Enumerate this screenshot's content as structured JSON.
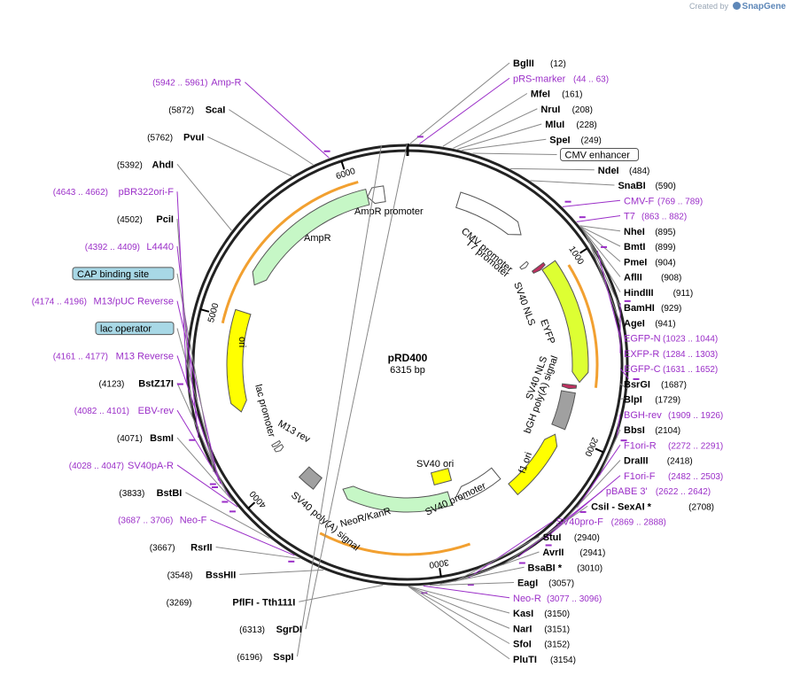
{
  "brand": {
    "created_by": "Created by",
    "name": "SnapGene"
  },
  "plasmid": {
    "name": "pRD400",
    "length_label": "6315 bp",
    "length": 6315
  },
  "colors": {
    "primer": "#9b2fc8",
    "backbone": "#222222",
    "ampr": "#c6f7c6",
    "ori": "#ffff00",
    "eyfp": "#ddff33",
    "orange": "#f2a030",
    "gray": "#a0a0a0",
    "boxed_bg": "#a8d8e6"
  },
  "ticks": [
    {
      "pos": 1000,
      "label": "1000"
    },
    {
      "pos": 2000,
      "label": "2000"
    },
    {
      "pos": 3000,
      "label": "3000"
    },
    {
      "pos": 4000,
      "label": "4000"
    },
    {
      "pos": 5000,
      "label": "5000"
    },
    {
      "pos": 6000,
      "label": "6000"
    }
  ],
  "features": [
    {
      "name": "CMV promoter",
      "start": 300,
      "end": 720,
      "color": "#ffffff",
      "strand": 1
    },
    {
      "name": "T7 promoter",
      "start": 860,
      "end": 885,
      "color": "#ffffff",
      "strand": 1
    },
    {
      "name": "SV40 NLS",
      "start": 930,
      "end": 955,
      "color": "#c03060",
      "strand": 1
    },
    {
      "name": "EYFP",
      "start": 960,
      "end": 1680,
      "color": "#ddff33",
      "strand": 1
    },
    {
      "name": "SV40 NLS",
      "start": 1700,
      "end": 1725,
      "color": "#c03060",
      "strand": 1
    },
    {
      "name": "bGH poly(A) signal",
      "start": 1745,
      "end": 1970,
      "color": "#a0a0a0",
      "strand": 0
    },
    {
      "name": "f1 ori",
      "start": 2020,
      "end": 2450,
      "color": "#ffff00",
      "strand": -1
    },
    {
      "name": "SV40 promoter",
      "start": 2470,
      "end": 2800,
      "color": "#ffffff",
      "strand": 1
    },
    {
      "name": "NeoR/KanR",
      "start": 2850,
      "end": 3640,
      "color": "#c6f7c6",
      "strand": 1
    },
    {
      "name": "SV40 poly(A) signal",
      "start": 3810,
      "end": 3930,
      "color": "#a0a0a0",
      "strand": 0
    },
    {
      "name": "lac promoter",
      "start": 4140,
      "end": 4170,
      "color": "#ffffff",
      "strand": -1
    },
    {
      "name": "M13 rev",
      "start": 4180,
      "end": 4200,
      "color": "#ffffff",
      "strand": -1
    },
    {
      "name": "ori",
      "start": 4460,
      "end": 5050,
      "color": "#ffff00",
      "strand": -1
    },
    {
      "name": "AmpR",
      "start": 5220,
      "end": 6080,
      "color": "#c6f7c6",
      "strand": -1
    },
    {
      "name": "AmpR promoter",
      "start": 6080,
      "end": 6180,
      "color": "#ffffff",
      "strand": -1
    }
  ],
  "inner_labels": [
    {
      "text": "AmpR promoter"
    },
    {
      "text": "AmpR"
    },
    {
      "text": "ori"
    },
    {
      "text": "CMV promoter"
    },
    {
      "text": "T7 promoter"
    },
    {
      "text": "SV40 NLS"
    },
    {
      "text": "EYFP"
    },
    {
      "text": "SV40 NLS"
    },
    {
      "text": "bGH poly(A) signal"
    },
    {
      "text": "f1 ori"
    },
    {
      "text": "SV40 ori"
    },
    {
      "text": "SV40 promoter"
    },
    {
      "text": "NeoR/KanR"
    },
    {
      "text": "SV40 poly(A) signal"
    },
    {
      "text": "M13 rev"
    },
    {
      "text": "lac promoter"
    }
  ],
  "sites": [
    {
      "name": "SgrDI",
      "pos": "(6313)",
      "bp": 6313,
      "primer": false
    },
    {
      "name": "SspI",
      "pos": "(6196)",
      "bp": 6196,
      "primer": false
    },
    {
      "name": "BglII",
      "pos": "(12)",
      "bp": 12,
      "primer": false
    },
    {
      "name": "pRS-marker",
      "pos": "(44 .. 63)",
      "bp": 54,
      "primer": true
    },
    {
      "name": "MfeI",
      "pos": "(161)",
      "bp": 161,
      "primer": false
    },
    {
      "name": "NruI",
      "pos": "(208)",
      "bp": 208,
      "primer": false
    },
    {
      "name": "MluI",
      "pos": "(228)",
      "bp": 228,
      "primer": false
    },
    {
      "name": "SpeI",
      "pos": "(249)",
      "bp": 249,
      "primer": false
    },
    {
      "name": "CMV enhancer",
      "pos": "",
      "bp": 300,
      "primer": false,
      "boxed": true
    },
    {
      "name": "NdeI",
      "pos": "(484)",
      "bp": 484,
      "primer": false
    },
    {
      "name": "SnaBI",
      "pos": "(590)",
      "bp": 590,
      "primer": false
    },
    {
      "name": "CMV-F",
      "pos": "(769 .. 789)",
      "bp": 779,
      "primer": true
    },
    {
      "name": "T7",
      "pos": "(863 .. 882)",
      "bp": 872,
      "primer": true
    },
    {
      "name": "NheI",
      "pos": "(895)",
      "bp": 895,
      "primer": false
    },
    {
      "name": "BmtI",
      "pos": "(899)",
      "bp": 899,
      "primer": false
    },
    {
      "name": "PmeI",
      "pos": "(904)",
      "bp": 904,
      "primer": false
    },
    {
      "name": "AflII",
      "pos": "(908)",
      "bp": 908,
      "primer": false
    },
    {
      "name": "HindIII",
      "pos": "(911)",
      "bp": 911,
      "primer": false
    },
    {
      "name": "BamHI",
      "pos": "(929)",
      "bp": 929,
      "primer": false
    },
    {
      "name": "AgeI",
      "pos": "(941)",
      "bp": 941,
      "primer": false
    },
    {
      "name": "EGFP-N",
      "pos": "(1023 .. 1044)",
      "bp": 1034,
      "primer": true
    },
    {
      "name": "EXFP-R",
      "pos": "(1284 .. 1303)",
      "bp": 1294,
      "primer": true
    },
    {
      "name": "EGFP-C",
      "pos": "(1631 .. 1652)",
      "bp": 1641,
      "primer": true
    },
    {
      "name": "BsrGI",
      "pos": "(1687)",
      "bp": 1687,
      "primer": false
    },
    {
      "name": "BlpI",
      "pos": "(1729)",
      "bp": 1729,
      "primer": false
    },
    {
      "name": "BGH-rev",
      "pos": "(1909 .. 1926)",
      "bp": 1917,
      "primer": true
    },
    {
      "name": "BbsI",
      "pos": "(2104)",
      "bp": 2104,
      "primer": false
    },
    {
      "name": "F1ori-R",
      "pos": "(2272 .. 2291)",
      "bp": 2281,
      "primer": true
    },
    {
      "name": "DraIII",
      "pos": "(2418)",
      "bp": 2418,
      "primer": false
    },
    {
      "name": "F1ori-F",
      "pos": "(2482 .. 2503)",
      "bp": 2492,
      "primer": true
    },
    {
      "name": "pBABE 3'",
      "pos": "(2622 .. 2642)",
      "bp": 2632,
      "primer": true
    },
    {
      "name": "CsiI  - SexAI *",
      "pos": "(2708)",
      "bp": 2708,
      "primer": false
    },
    {
      "name": "SV40pro-F",
      "pos": "(2869 .. 2888)",
      "bp": 2878,
      "primer": true
    },
    {
      "name": "StuI",
      "pos": "(2940)",
      "bp": 2940,
      "primer": false
    },
    {
      "name": "AvrII",
      "pos": "(2941)",
      "bp": 2941,
      "primer": false
    },
    {
      "name": "BsaBI *",
      "pos": "(3010)",
      "bp": 3010,
      "primer": false
    },
    {
      "name": "EagI",
      "pos": "(3057)",
      "bp": 3057,
      "primer": false
    },
    {
      "name": "Neo-R",
      "pos": "(3077 .. 3096)",
      "bp": 3086,
      "primer": true
    },
    {
      "name": "KasI",
      "pos": "(3150)",
      "bp": 3150,
      "primer": false
    },
    {
      "name": "NarI",
      "pos": "(3151)",
      "bp": 3151,
      "primer": false
    },
    {
      "name": "SfoI",
      "pos": "(3152)",
      "bp": 3152,
      "primer": false
    },
    {
      "name": "PluTI",
      "pos": "(3154)",
      "bp": 3154,
      "primer": false
    },
    {
      "name": "PflFI  - Tth111I",
      "pos": "(3269)",
      "bp": 3269,
      "primer": false
    },
    {
      "name": "BssHII",
      "pos": "(3548)",
      "bp": 3548,
      "primer": false
    },
    {
      "name": "RsrII",
      "pos": "(3667)",
      "bp": 3667,
      "primer": false
    },
    {
      "name": "Neo-F",
      "pos": "(3687 .. 3706)",
      "bp": 3696,
      "primer": true
    },
    {
      "name": "BstBI",
      "pos": "(3833)",
      "bp": 3833,
      "primer": false
    },
    {
      "name": "SV40pA-R",
      "pos": "(4028 .. 4047)",
      "bp": 4037,
      "primer": true
    },
    {
      "name": "BsmI",
      "pos": "(4071)",
      "bp": 4071,
      "primer": false
    },
    {
      "name": "EBV-rev",
      "pos": "(4082 .. 4101)",
      "bp": 4091,
      "primer": true
    },
    {
      "name": "BstZ17I",
      "pos": "(4123)",
      "bp": 4123,
      "primer": false
    },
    {
      "name": "M13 Reverse",
      "pos": "(4161 .. 4177)",
      "bp": 4169,
      "primer": true
    },
    {
      "name": "lac operator",
      "pos": "",
      "bp": 4185,
      "primer": false,
      "boxed": true
    },
    {
      "name": "M13/pUC Reverse",
      "pos": "(4174 .. 4196)",
      "bp": 4185,
      "primer": true
    },
    {
      "name": "CAP binding site",
      "pos": "",
      "bp": 4230,
      "primer": false,
      "boxed": true
    },
    {
      "name": "L4440",
      "pos": "(4392 .. 4409)",
      "bp": 4400,
      "primer": true
    },
    {
      "name": "PciI",
      "pos": "(4502)",
      "bp": 4502,
      "primer": false
    },
    {
      "name": "pBR322ori-F",
      "pos": "(4643 .. 4662)",
      "bp": 4652,
      "primer": true
    },
    {
      "name": "AhdI",
      "pos": "(5392)",
      "bp": 5392,
      "primer": false
    },
    {
      "name": "PvuI",
      "pos": "(5762)",
      "bp": 5762,
      "primer": false
    },
    {
      "name": "ScaI",
      "pos": "(5872)",
      "bp": 5872,
      "primer": false
    },
    {
      "name": "Amp-R",
      "pos": "(5942 .. 5961)",
      "bp": 5951,
      "primer": true
    }
  ]
}
